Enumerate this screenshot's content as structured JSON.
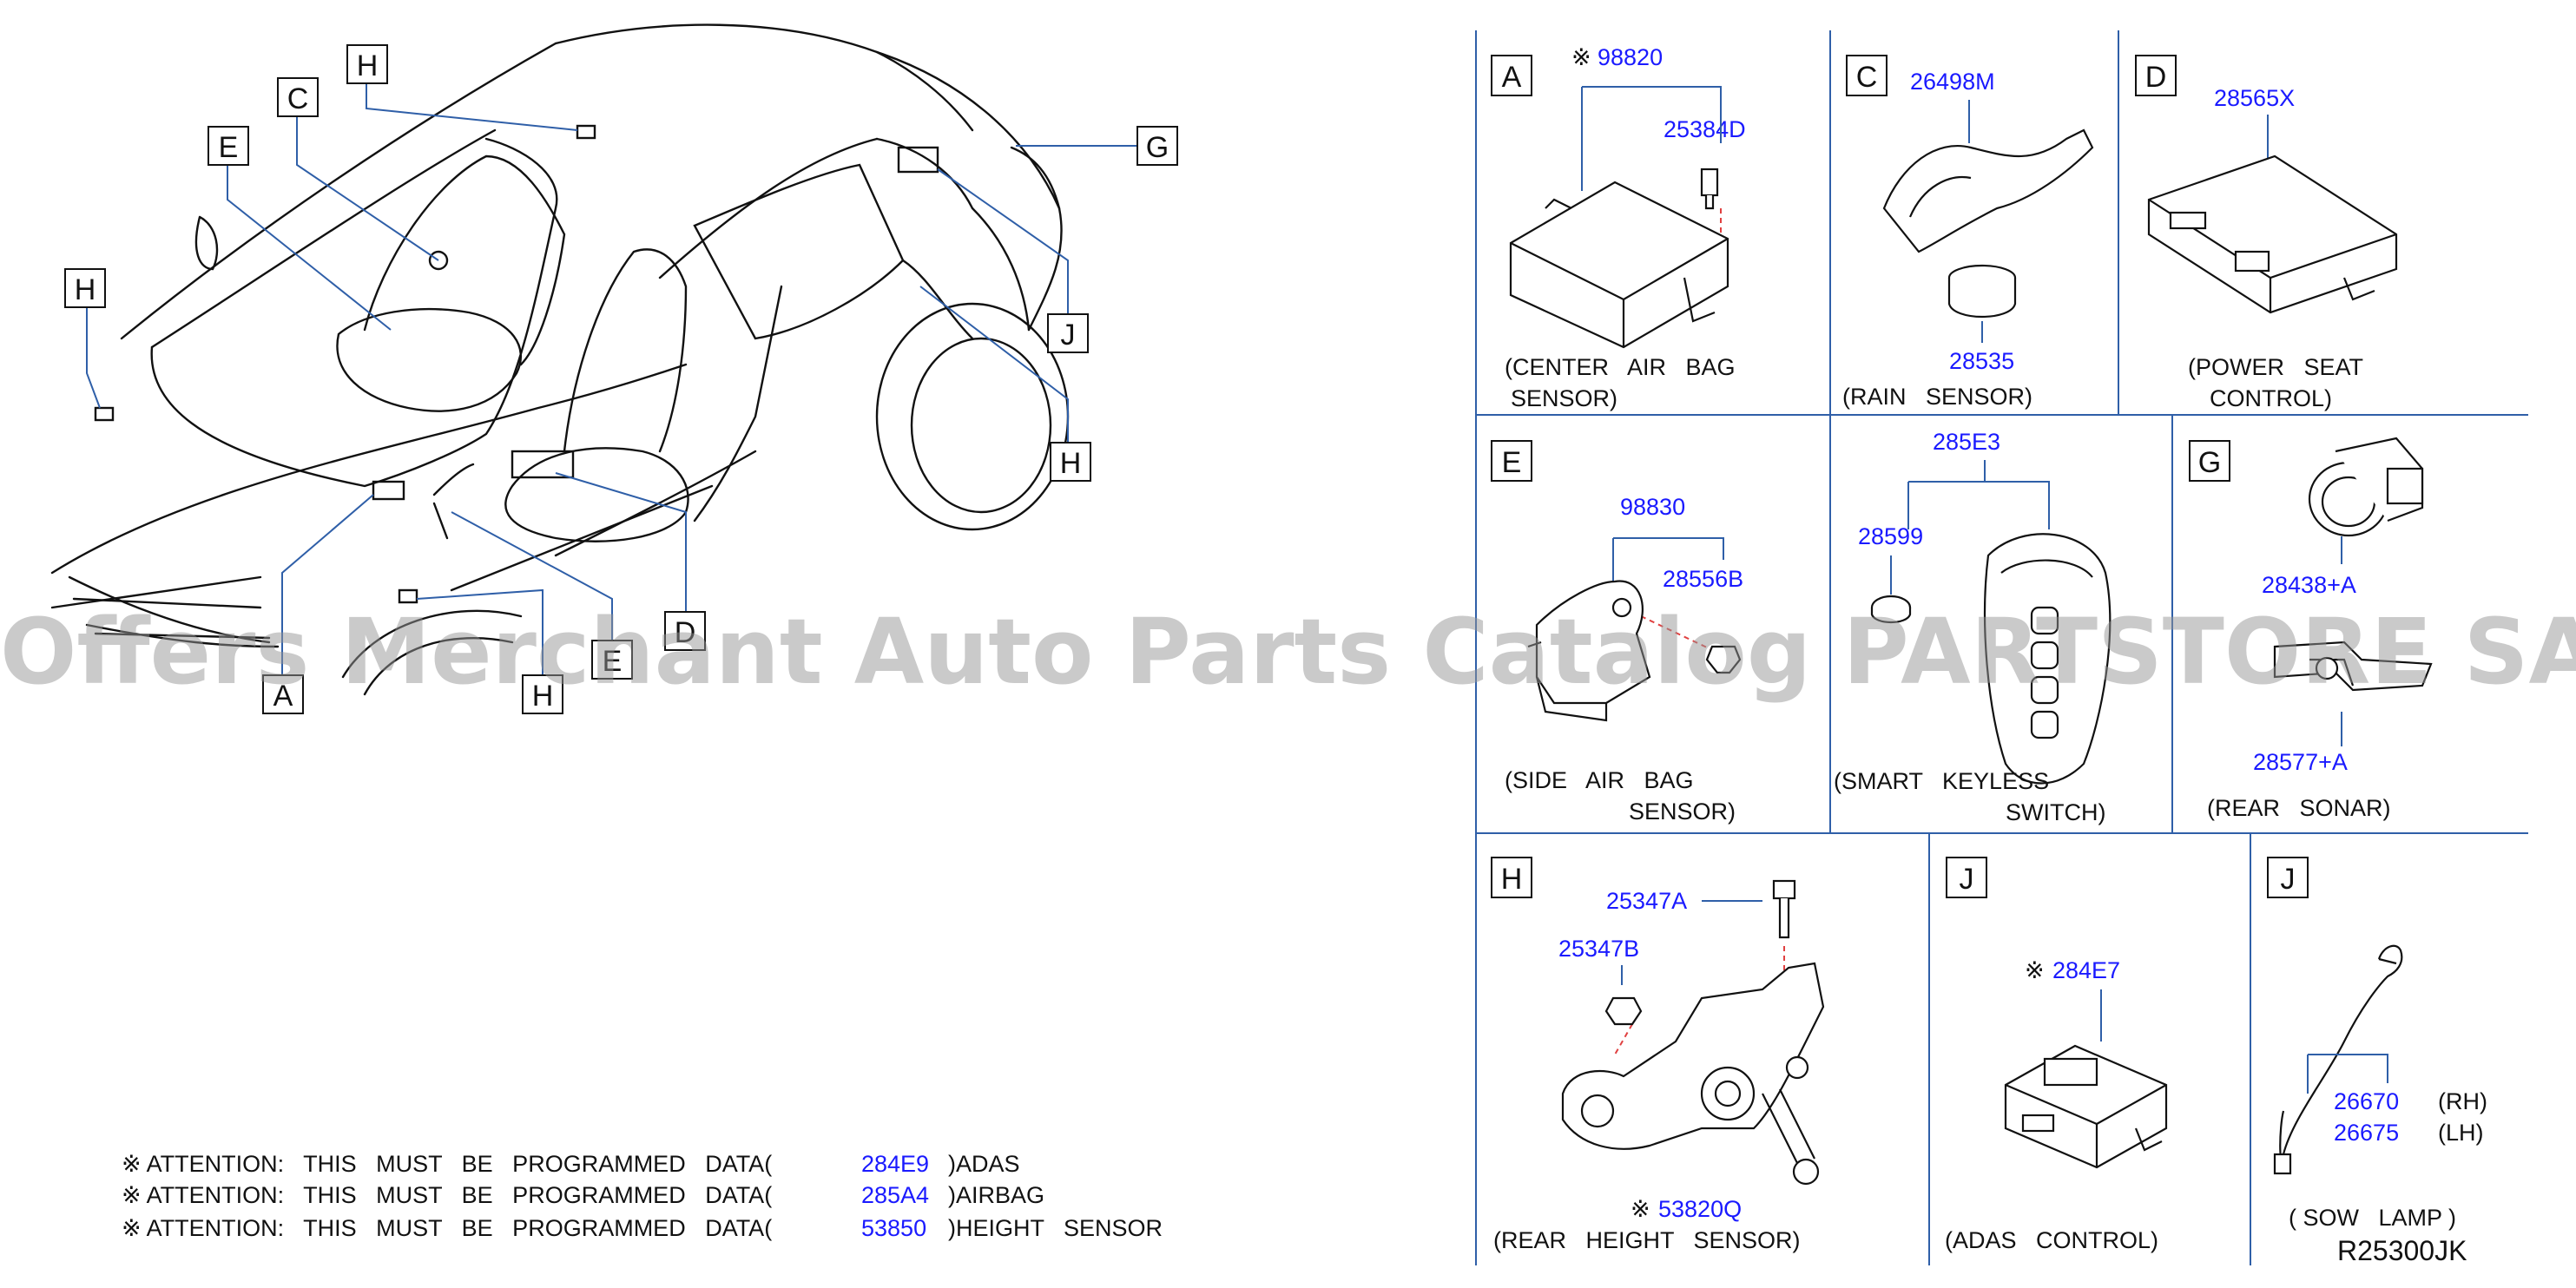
{
  "diagram": {
    "overview_callouts": {
      "H_top": "H",
      "C": "C",
      "E": "E",
      "H_left": "H",
      "G": "G",
      "J": "J",
      "H_right": "H",
      "A": "A",
      "H_bottom": "H",
      "E_bottom": "E",
      "D": "D"
    },
    "panels": {
      "A": {
        "letter": "A",
        "part_main": "98820",
        "part_bolt": "25384D",
        "caption_1": "(CENTER   AIR   BAG",
        "caption_2": "SENSOR)"
      },
      "C": {
        "letter": "C",
        "part_cover": "26498M",
        "part_sensor": "28535",
        "caption": "(RAIN   SENSOR)"
      },
      "D": {
        "letter": "D",
        "part": "28565X",
        "caption_1": "(POWER   SEAT",
        "caption_2": "CONTROL)"
      },
      "E": {
        "letter": "E",
        "part_main": "98830",
        "part_nut": "28556B",
        "caption_1": "(SIDE   AIR   BAG",
        "caption_2": "SENSOR)"
      },
      "F": {
        "part_main": "285E3",
        "part_battery": "28599",
        "caption_1": "(SMART   KEYLESS",
        "caption_2": "SWITCH)"
      },
      "G": {
        "letter": "G",
        "part_sensor": "28438+A",
        "part_bracket": "28577+A",
        "caption": "(REAR   SONAR)"
      },
      "H": {
        "letter": "H",
        "part_bolt": "25347A",
        "part_nut": "25347B",
        "part_main": "53820Q",
        "caption": "(REAR   HEIGHT   SENSOR)"
      },
      "J1": {
        "letter": "J",
        "part": "284E7",
        "caption": "(ADAS   CONTROL)"
      },
      "J2": {
        "letter": "J",
        "part_rh": "26670",
        "part_lh": "26675",
        "rh": "(RH)",
        "lh": "(LH)",
        "caption": "( SOW   LAMP )",
        "code": "R25300JK"
      }
    },
    "mark": "※",
    "attention": [
      {
        "prefix": "※ ATTENTION:   THIS   MUST   BE   PROGRAMMED   DATA(",
        "code": "284E9",
        "suffix": ")ADAS"
      },
      {
        "prefix": "※ ATTENTION:   THIS   MUST   BE   PROGRAMMED   DATA(",
        "code": "285A4",
        "suffix": ")AIRBAG"
      },
      {
        "prefix": "※ ATTENTION:   THIS   MUST   BE   PROGRAMMED   DATA(",
        "code": "53850",
        "suffix": ")HEIGHT   SENSOR"
      }
    ],
    "watermark": "Offers Merchant Auto Parts Catalog PARTSTORE SA"
  },
  "colors": {
    "part_number": "#1a1aff",
    "leader": "#2f5fa8",
    "line": "#111111",
    "watermark": "#969696"
  }
}
